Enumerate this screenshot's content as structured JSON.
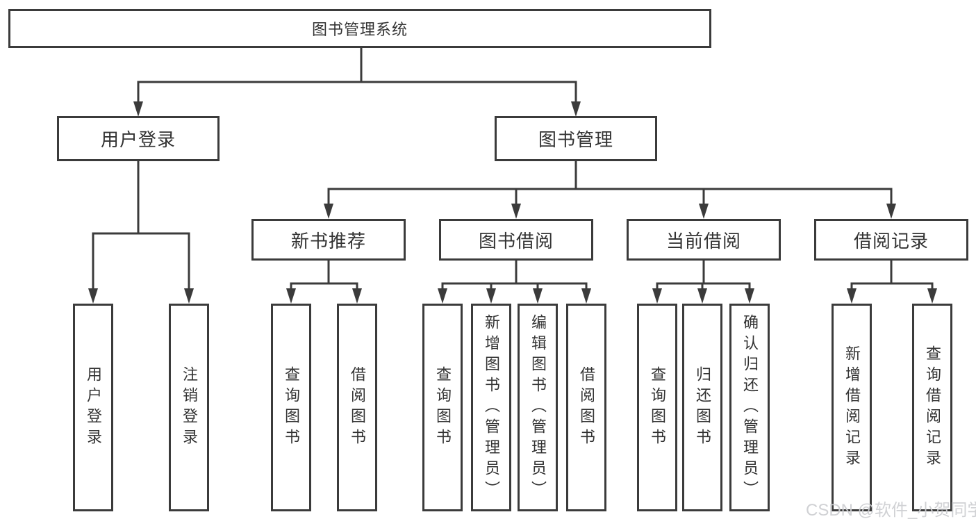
{
  "colors": {
    "line": "#3b3b3b",
    "box_border": "#3b3b3b",
    "text": "#333333",
    "background": "#ffffff",
    "watermark": "#cdd0d2"
  },
  "watermark": {
    "text": "CSDN @软件_小贺同学"
  },
  "diagram": {
    "type": "hierarchy-tree",
    "root": {
      "label": "图书管理系统",
      "children": [
        {
          "label": "用户登录",
          "children": [
            {
              "label": "用户登录"
            },
            {
              "label": "注销登录"
            }
          ]
        },
        {
          "label": "图书管理",
          "children": [
            {
              "label": "新书推荐",
              "children": [
                {
                  "label": "查询图书"
                },
                {
                  "label": "借阅图书"
                }
              ]
            },
            {
              "label": "图书借阅",
              "children": [
                {
                  "label": "查询图书"
                },
                {
                  "label": "新增图书（管理员）"
                },
                {
                  "label": "编辑图书（管理员）"
                },
                {
                  "label": "借阅图书"
                }
              ]
            },
            {
              "label": "当前借阅",
              "children": [
                {
                  "label": "查询图书"
                },
                {
                  "label": "归还图书"
                },
                {
                  "label": "确认归还（管理员）"
                }
              ]
            },
            {
              "label": "借阅记录",
              "children": [
                {
                  "label": "新增借阅记录"
                },
                {
                  "label": "查询借阅记录"
                }
              ]
            }
          ]
        }
      ]
    }
  }
}
